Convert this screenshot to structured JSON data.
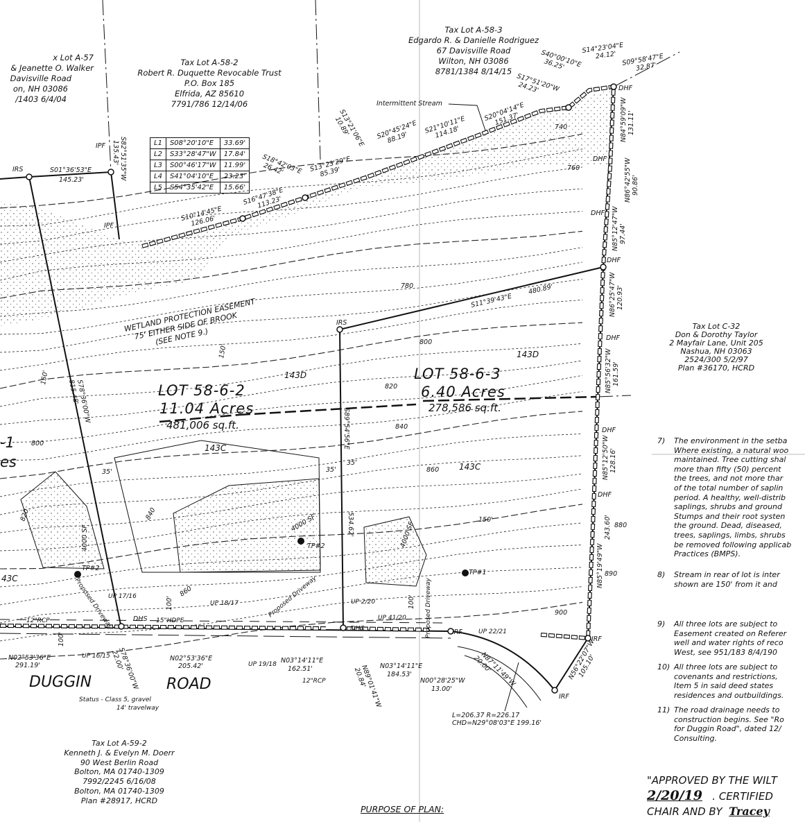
{
  "owners": {
    "a57": {
      "lines": [
        "x Lot A-57",
        "& Jeanette O. Walker",
        "Davisville Road",
        "on, NH 03086",
        "/1403  6/4/04"
      ]
    },
    "a58_2": {
      "lines": [
        "Tax Lot A-58-2",
        "Robert R. Duquette Revocable Trust",
        "P.O. Box 185",
        "Elfrida, AZ 85610",
        "7791/786  12/14/06"
      ]
    },
    "a58_3": {
      "lines": [
        "Tax Lot A-58-3",
        "Edgardo R. & Danielle Rodriguez",
        "67 Davisville Road",
        "Wilton, NH 03086",
        "8781/1384  8/14/15"
      ]
    },
    "c32": {
      "lines": [
        "Tax Lot C-32",
        "Don & Dorothy Taylor",
        "2 Mayfair Lane, Unit 205",
        "Nashua, NH 03063",
        "2524/300  5/2/97",
        "Plan #36170, HCRD"
      ]
    },
    "a59_2": {
      "lines": [
        "Tax Lot A-59-2",
        "Kenneth J. & Evelyn M. Doerr",
        "90 West Berlin Road",
        "Bolton, MA 01740-1309",
        "7992/2245  6/16/08",
        "Bolton, MA 01740-1309",
        "Plan #28917, HCRD"
      ]
    }
  },
  "line_table": [
    {
      "id": "L1",
      "bearing": "S08°20'10\"E",
      "dist": "33.69'"
    },
    {
      "id": "L2",
      "bearing": "S33°28'47\"W",
      "dist": "17.84'"
    },
    {
      "id": "L3",
      "bearing": "S00°46'17\"W",
      "dist": "11.99'"
    },
    {
      "id": "L4",
      "bearing": "S41°04'10\"E",
      "dist": "23.23'"
    },
    {
      "id": "L5",
      "bearing": "S54°35'42\"E",
      "dist": "15.66'"
    }
  ],
  "lots": {
    "lot2": {
      "name": "LOT 58-6-2",
      "acres": "11.04 Acres",
      "sqft": "481,006 sq.ft."
    },
    "lot3": {
      "name": "LOT 58-6-3",
      "acres": "6.40 Acres",
      "sqft": "278,586 sq.ft."
    },
    "lot1_partial": {
      "name": "-1",
      "acres": "es"
    }
  },
  "soils": [
    "143D",
    "143D",
    "143C",
    "143C",
    "43C"
  ],
  "easement": {
    "line1": "WETLAND PROTECTION EASEMENT",
    "line2": "75' EITHER SIDE OF BROOK",
    "line3": "(SEE NOTE 9.)"
  },
  "stream_label": "Intermittent Stream",
  "monuments": {
    "irs": "IRS",
    "ipf": "IPF",
    "irf": "IRF",
    "dhf": "DHF",
    "dhs": "DHS"
  },
  "bearings": {
    "top1": [
      "S01°36'53\"E",
      "145.23'"
    ],
    "ipf_side": [
      "S82°51'35\"W",
      "135.43'"
    ],
    "b1": [
      "S10°14'45\"E",
      "126.06'"
    ],
    "b2": [
      "S16°47'38\"E",
      "113.23'"
    ],
    "b3": [
      "S18°42'03\"E",
      "26.42'"
    ],
    "b4": [
      "S13°23'29\"E",
      "85.39'"
    ],
    "b5": [
      "S13°21'06\"E",
      "10.89'"
    ],
    "b6": [
      "S20°45'24\"E",
      "88.19'"
    ],
    "b7": [
      "S21°10'11\"E",
      "114.18'"
    ],
    "b8": [
      "S20°04'14\"E",
      "151.37'"
    ],
    "b9": [
      "S17°51'20\"W",
      "24.23'"
    ],
    "b10": [
      "S40°00'10\"E",
      "36.25'"
    ],
    "b11": [
      "S14°23'04\"E",
      "24.12'"
    ],
    "b12": [
      "S09°58'47\"E",
      "32.87'"
    ],
    "r1": [
      "N84°59'09\"W",
      "131.11'"
    ],
    "r2": [
      "N86°42'55\"W",
      "90.86'"
    ],
    "r3": [
      "N85°12'47\"W",
      "97.44'"
    ],
    "r4": [
      "N86°25'47\"W",
      "120.93'"
    ],
    "r5": [
      "N85°56'32\"W",
      "161.59'"
    ],
    "r6": [
      "N85°12'50\"W",
      "128.16'"
    ],
    "r7": [
      "N85°19'49\"W",
      "243.60'"
    ],
    "r8": [
      "N56°22'07\"W",
      "105.10'"
    ],
    "lotline": [
      "S11°39'43\"E",
      "480.89'"
    ],
    "west": [
      "S78°36'00\"W",
      "815.48'"
    ],
    "mid": [
      "S89°54'56\"E",
      "534.62'"
    ],
    "road1": [
      "N02°53'36\"E",
      "291.19'"
    ],
    "road2": [
      "N02°53'36\"E",
      "205.42'"
    ],
    "road3": [
      "N03°14'11\"E",
      "162.51'"
    ],
    "road4": [
      "N03°14'11\"E",
      "184.53'"
    ],
    "road5": [
      "N00°28'25\"W",
      "13.00'"
    ],
    "road6": [
      "N87°11'49\"W",
      "20.00'"
    ],
    "road7": [
      "N89°01'41\"W",
      "20.84'"
    ],
    "road8": [
      "S78°36'00\"W",
      "22.00'"
    ],
    "curve": [
      "L=206.37 R=226.17",
      "CHD=N29°08'03\"E 199.16'"
    ]
  },
  "utilities": {
    "poles": [
      "UP 17/16",
      "UP 16/15",
      "UP 18/17",
      "UP 19/18",
      "UP 2/20",
      "UP 41/20",
      "UP 22/21"
    ],
    "pipes": [
      "12\"RCP",
      "15\"HDPE",
      "12\"RCP"
    ],
    "driveway": "Proposed Driveway"
  },
  "contours": [
    "740",
    "760",
    "780",
    "800",
    "820",
    "840",
    "860",
    "880",
    "890",
    "900",
    "800",
    "820",
    "840",
    "860"
  ],
  "setbacks": [
    "35'",
    "35'",
    "35'",
    "150'",
    "150'",
    "150'",
    "100'",
    "100'",
    "100'"
  ],
  "septic": [
    "4000 SF",
    "4000 SF",
    "4000 SF"
  ],
  "test_pits": [
    "TP#2",
    "TP#2",
    "TP#1"
  ],
  "road": {
    "name1": "DUGGIN",
    "name2": "ROAD",
    "status": "Status - Class 5, gravel",
    "travelway": "14' travelway"
  },
  "notes": [
    {
      "num": "7)",
      "lines": [
        "The environment in the setba",
        "Where existing, a natural woo",
        "maintained. Tree cutting shal",
        "more than fifty (50) percent",
        "the trees, and not more thar",
        "of the total number of saplin",
        "period. A healthy, well-distrib",
        "saplings, shrubs and ground",
        "Stumps and their root systen",
        "the ground. Dead, diseased,",
        "trees, saplings, limbs, shrubs",
        "be removed following applicab",
        "Practices (BMPS)."
      ]
    },
    {
      "num": "8)",
      "lines": [
        "Stream in rear of lot is inter",
        "shown are 150' from it and"
      ]
    },
    {
      "num": "9)",
      "lines": [
        "All three lots are subject to",
        "Easement created on Referer",
        "well and water rights of reco",
        "West, see 951/183  8/4/190"
      ]
    },
    {
      "num": "10)",
      "lines": [
        "All three lots are subject to",
        "covenants and restrictions,",
        "Item 5 in said deed states",
        "residences and outbuildings."
      ]
    },
    {
      "num": "11)",
      "lines": [
        "The road drainage needs to",
        "construction begins. See \"Ro",
        "for Duggin Road\", dated 12/",
        "Consulting."
      ]
    }
  ],
  "approval": {
    "line1": "\"APPROVED BY THE WILT",
    "date": "2/20/19",
    "certified": ". CERTIFIED",
    "line3": "CHAIR AND BY",
    "signature": "Tracey"
  },
  "purpose": {
    "heading": "PURPOSE OF PLAN:"
  }
}
